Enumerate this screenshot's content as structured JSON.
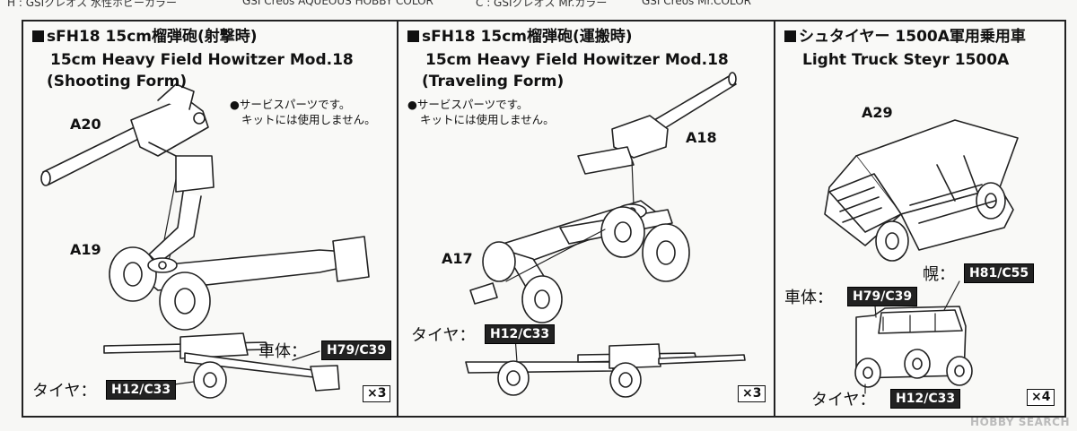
{
  "top_strip": [
    "H : GSIクレオス 水性ホビーカラー",
    "GSI Creos AQUEOUS HOBBY COLOR",
    "C : GSIクレオス Mr.カラー",
    "GSI Creos Mr.COLOR"
  ],
  "panels": [
    {
      "title_jp": "sFH18 15cm榴弾砲(射撃時)",
      "title_en_1": "15cm Heavy Field Howitzer Mod.18",
      "title_en_2": "(Shooting Form)",
      "note_1": "●サービスパーツです。",
      "note_2": "キットには使用しません。",
      "parts": [
        "A20",
        "A19"
      ],
      "body_label": "車体：",
      "body_color": "H79/C39",
      "tire_label": "タイヤ：",
      "tire_color": "H12/C33",
      "qty": "×3"
    },
    {
      "title_jp": "sFH18 15cm榴弾砲(運搬時)",
      "title_en_1": "15cm Heavy Field Howitzer Mod.18",
      "title_en_2": "(Traveling Form)",
      "note_1": "●サービスパーツです。",
      "note_2": "キットには使用しません。",
      "parts": [
        "A18",
        "A17"
      ],
      "tire_label": "タイヤ：",
      "tire_color": "H12/C33",
      "qty": "×3"
    },
    {
      "title_jp": "シュタイヤー 1500A軍用乗用車",
      "title_en_1": "Light Truck Steyr 1500A",
      "parts": [
        "A29"
      ],
      "hood_label": "幌：",
      "hood_color": "H81/C55",
      "body_label": "車体：",
      "body_color": "H79/C39",
      "tire_label": "タイヤ：",
      "tire_color": "H12/C33",
      "qty": "×4"
    }
  ],
  "watermark": "HOBBY SEARCH",
  "colors": {
    "line": "#222222",
    "badge_bg": "#222222",
    "badge_fg": "#ffffff"
  }
}
